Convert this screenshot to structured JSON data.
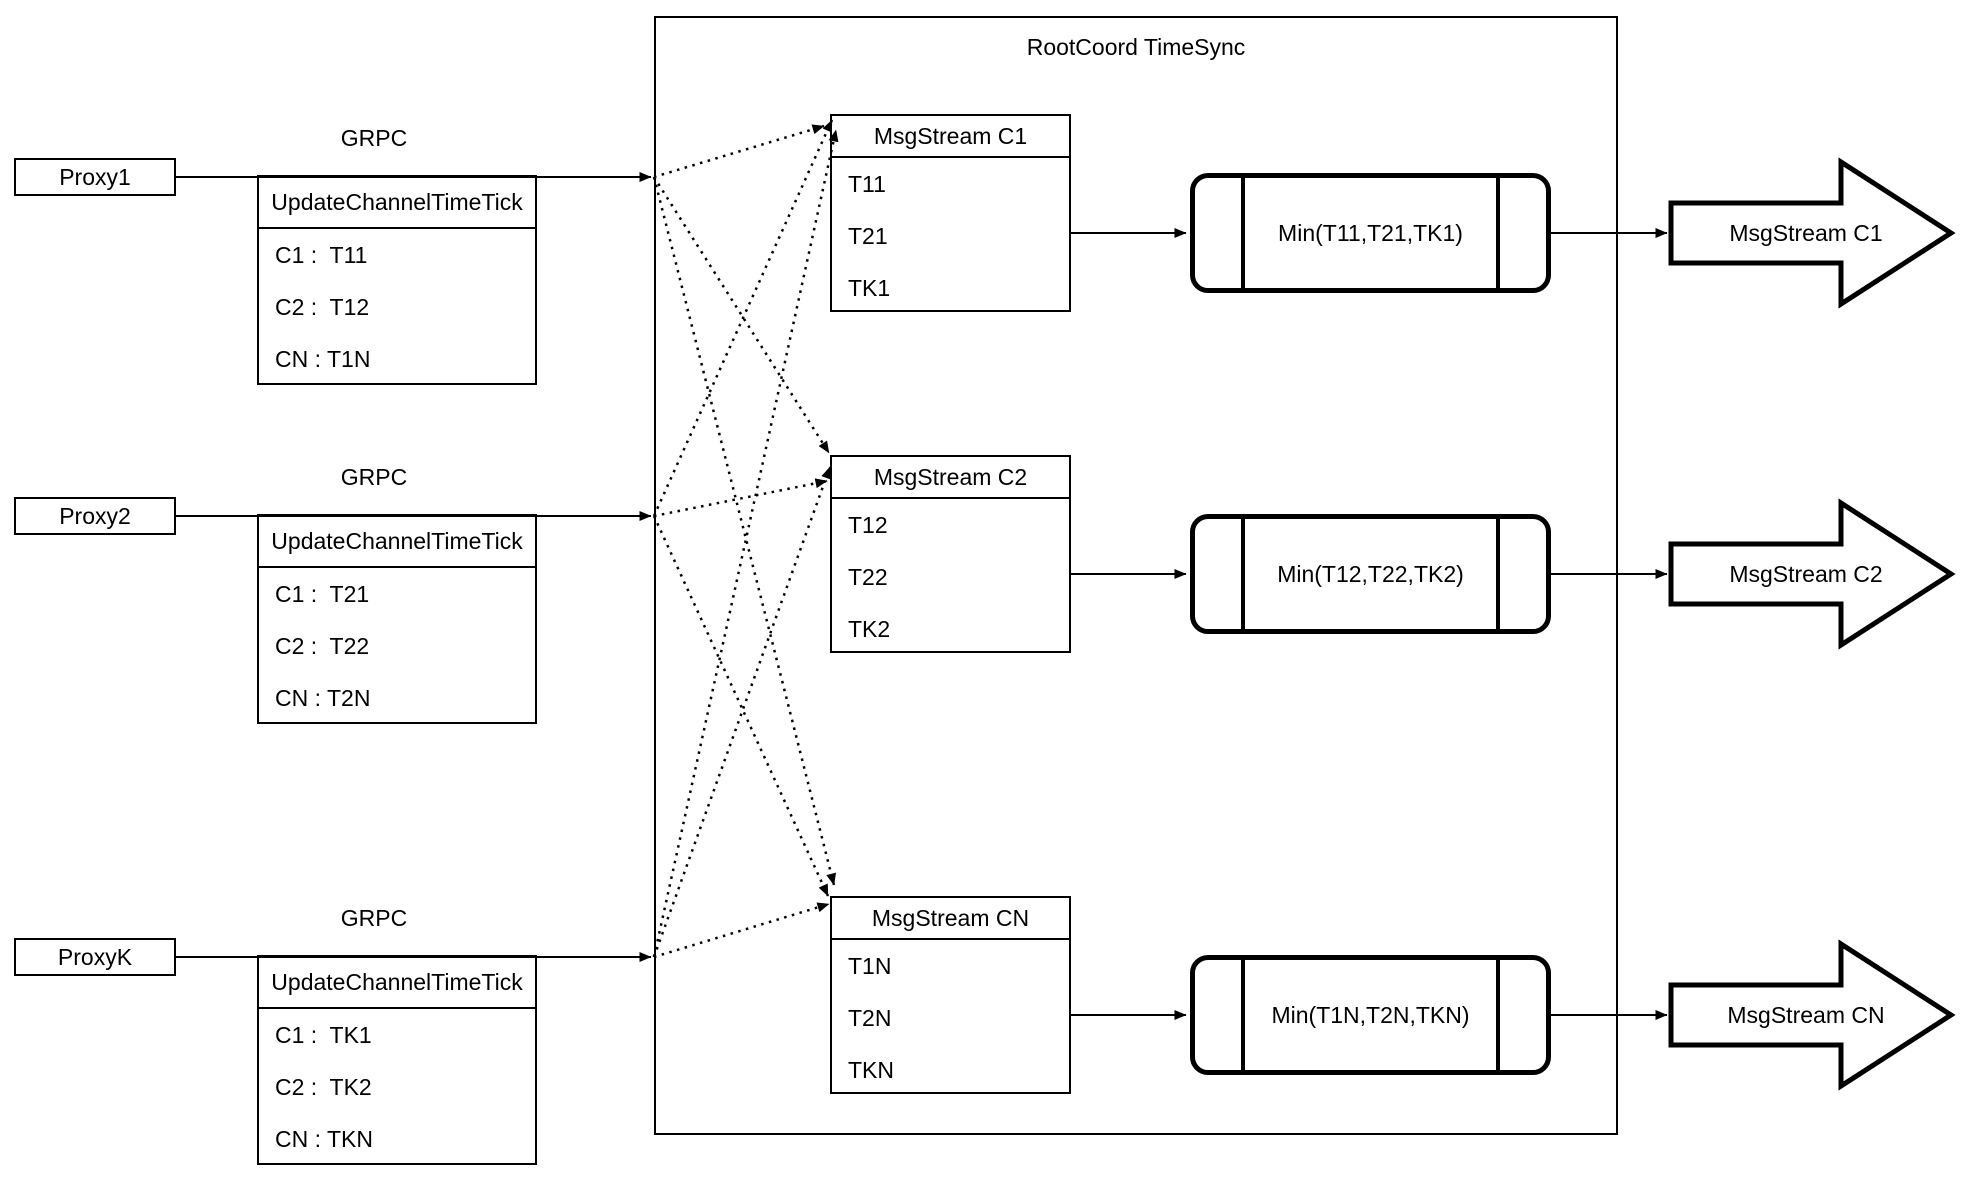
{
  "diagram": {
    "container_title": "RootCoord TimeSync",
    "colors": {
      "line": "#000000",
      "background": "#ffffff"
    },
    "proxies": [
      {
        "name": "Proxy1",
        "protocol_label": "GRPC",
        "table": {
          "header": "UpdateChannelTimeTick",
          "rows": [
            "C1 :  T11",
            "C2 :  T12",
            "CN : T1N"
          ]
        }
      },
      {
        "name": "Proxy2",
        "protocol_label": "GRPC",
        "table": {
          "header": "UpdateChannelTimeTick",
          "rows": [
            "C1 :  T21",
            "C2 :  T22",
            "CN : T2N"
          ]
        }
      },
      {
        "name": "ProxyK",
        "protocol_label": "GRPC",
        "table": {
          "header": "UpdateChannelTimeTick",
          "rows": [
            "C1 :  TK1",
            "C2 :  TK2",
            "CN : TKN"
          ]
        }
      }
    ],
    "streams": [
      {
        "header": "MsgStream C1",
        "rows": [
          "T11",
          "T21",
          "TK1"
        ],
        "min_label": "Min(T11,T21,TK1)",
        "output_label": "MsgStream C1"
      },
      {
        "header": "MsgStream C2",
        "rows": [
          "T12",
          "T22",
          "TK2"
        ],
        "min_label": "Min(T12,T22,TK2)",
        "output_label": "MsgStream C2"
      },
      {
        "header": "MsgStream CN",
        "rows": [
          "T1N",
          "T2N",
          "TKN"
        ],
        "min_label": "Min(T1N,T2N,TKN)",
        "output_label": "MsgStream CN"
      }
    ]
  }
}
